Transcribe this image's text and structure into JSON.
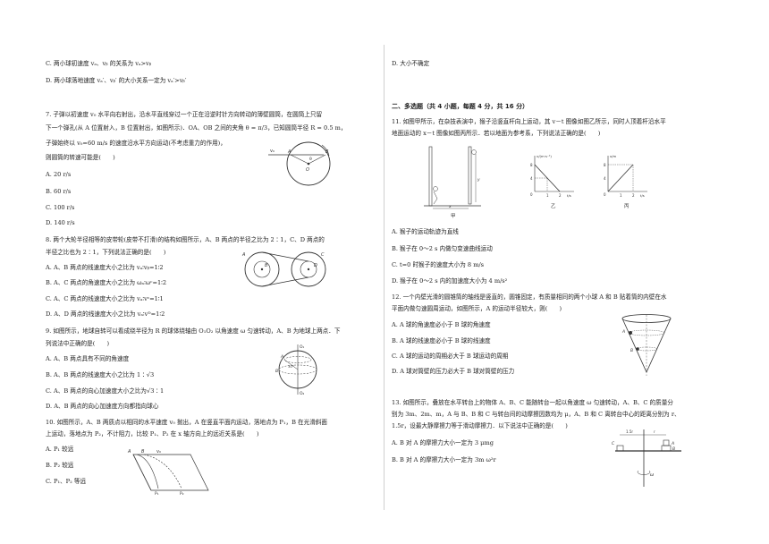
{
  "left": {
    "q6c": "C.  两小球初速度 vₐ、vᵦ 的关系为 vₐ>vᵦ",
    "q6d": "D.  两小球落地速度 vₐ′、vᵦ′ 的大小关系一定为 vₐ′>vᵦ′",
    "q7_l1": "7.  子弹以初速度 v₀ 水平向右射出，沿水平直线穿过一个正在沿逆时针方向转动的薄壁圆筒，在圆筒上只留",
    "q7_l2": "下一个弹孔(从 A 位置射入，B 位置射出，如图所示)．OA、OB 之间的夹角 θ = π/3，已知圆筒半径 R = 0.5 m，",
    "q7_l3": "子弹始终以 v₀=60 m/s 的速度沿水平方向运动(不考虑重力的作用)，",
    "q7_l4": "则圆筒的转速可能是(　　)",
    "q7_a": "A.  20 r/s",
    "q7_b": "B.  60 r/s",
    "q7_c": "C.  100 r/s",
    "q7_d": "D.  140 r/s",
    "q8_l1": "8.  两个大轮半径相等的皮带轮(皮带不打滑)的结构如图所示，A、B 两点的半径之比为 2∶1，C、D 两点的",
    "q8_l2": "半径之比也为 2∶1，下列说法正确的是(　　)",
    "q8_a": "A.  A、B 两点的线速度大小之比为 vₐ∶vᵦ=1∶2",
    "q8_b": "B.  A、C 两点的角速度大小之比为 ωₐ∶ωᶜ=1∶2",
    "q8_c": "C.  A、C 两点的线速度大小之比为 vₐ∶vᶜ=1∶1",
    "q8_d": "D.  A、D 两点的线速度大小之比为 vₐ∶vᴰ=1∶2",
    "q9_l1": "9.  如图所示，地球自转可以看成绕半径为 R 的球体绕轴由 O₁O₂ 以角速度 ω 匀速转动，A、B 为地球上两点．下",
    "q9_l2": "列说法中正确的是(　　)",
    "q9_a": "A.  A、B 两点具有不同的角速度",
    "q9_b": "B.  A、B 两点的线速度大小之比为 1∶√3",
    "q9_c": "C.  A、B 两点的向心加速度大小之比为√3∶1",
    "q9_d": "D.  A、B 两点的向心加速度方向都指向球心",
    "q10_l1": "10.  如图所示，A、B 两质点以相同的水平速度 v₀ 抛出，A 在竖直平面内运动，落地点为 P₁，B 在光滑斜面",
    "q10_l2": "上运动，落地点为 P₂，不计阻力，比较 P₁、P₂ 在 x 轴方向上的远近关系是(　　)",
    "q10_a": "A.  P₁ 较远",
    "q10_b": "B.  P₂ 较远",
    "q10_c": "C.  P₁、P₂ 等远"
  },
  "right": {
    "q10_d": "D.  大小不确定",
    "section": "二、多选题（共 4 小题，每题 4 分，共 16 分）",
    "q11_l1": "11.  如图甲所示，在杂技表演中，猴子沿竖直杆向上运动，其 v－t 图像如图乙所示，同时人顶着杆沿水平",
    "q11_l2": "地面运动的 x－t 图像如图丙所示．若以地面为参考系，下列说法正确的是(　　)",
    "q11_a": "A.  猴子的运动轨迹为直线",
    "q11_b": "B.  猴子在 0～2 s 内做匀变速曲线运动",
    "q11_c": "C.  t=0 时猴子的速度大小为 8 m/s",
    "q11_d": "D.  猴子在 0～2 s 内的加速度大小为 4 m/s²",
    "q12_l1": "12.  一个内壁光滑的圆锥筒的轴线是竖直的，圆锥固定，有质量相同的两个小球 A 和 B 贴着筒的内壁在水",
    "q12_l2": "平面内做匀速圆周运动，如图所示，A 的运动半径较大，则(　　)",
    "q12_a": "A.  A 球的角速度必小于 B 球的角速度",
    "q12_b": "B.  A 球的线速度必小于 B 球的线速度",
    "q12_c": "C.  A 球的运动的周期必大于 B 球运动的周期",
    "q12_d": "D.  A 球对筒壁的压力必大于 B 球对筒壁的压力",
    "q13_l1": "13.  如图所示，叠放在水平转台上的物体 A、B、C 能随转台一起以角速度 ω 匀速转动，A、B、C 的质量分",
    "q13_l2": "别为 3m、2m、m，A 与 B、B 和 C 与转台间的动摩擦因数均为 μ，A、B 和 C 离转台中心的距离分别为 r、",
    "q13_l3": "1.5r，设最大静摩擦力等于滑动摩擦力．以下说法中正确的是(　　)",
    "q13_a": "A.  B 对 A 的摩擦力大小一定为 3 μmg",
    "q13_b": "B.  B 对 A 的摩擦力大小一定为 3m ω²r"
  },
  "figures": {
    "fig7": {
      "A": "A",
      "B": "B",
      "O": "O",
      "theta": "θ",
      "v0": "v₀"
    },
    "fig8": {
      "A": "A",
      "B": "B",
      "C": "C",
      "D": "D"
    },
    "fig9": {
      "O1": "O₁",
      "O2": "O₂",
      "A": "A",
      "B": "B",
      "angle": "30°"
    },
    "fig10": {
      "A": "A",
      "B": "B",
      "v0": "v₀",
      "P1": "P₁",
      "P2": "P₂"
    },
    "fig11": {
      "jia": "甲",
      "yi": "乙",
      "bing": "丙",
      "x": "x",
      "y": "y",
      "yi_ylabel": "v/(m·s⁻¹)",
      "yi_xlabel": "t/s",
      "yi_y8": "8",
      "yi_y4": "4",
      "yi_o": "0",
      "yi_x1": "1",
      "yi_x2": "2",
      "bing_ylabel": "x/m",
      "bing_xlabel": "t/s",
      "bing_y8": "8",
      "bing_y4": "4",
      "bing_o": "0",
      "bing_x1": "1",
      "bing_x2": "2"
    },
    "fig12": {
      "A": "A",
      "B": "B"
    },
    "fig13": {
      "dist": "1.5r",
      "r": "r",
      "A": "A",
      "B": "B",
      "C": "C",
      "w": "ω"
    }
  }
}
